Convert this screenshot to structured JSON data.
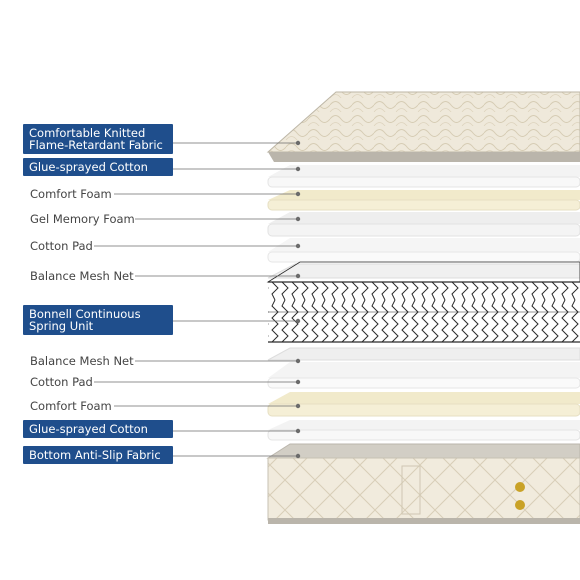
{
  "labels": {
    "top_fabric": [
      "Comfortable Knitted",
      "Flame-Retardant Fabric"
    ],
    "glue_top": "Glue-sprayed Cotton",
    "comfort_foam_top": "Comfort Foam",
    "gel_memory_foam": "Gel Memory Foam",
    "cotton_pad_top": "Cotton Pad",
    "balance_mesh_top": "Balance Mesh Net",
    "spring_unit": [
      "Bonnell Continuous",
      "Spring Unit"
    ],
    "balance_mesh_bottom": "Balance Mesh Net",
    "cotton_pad_bottom": "Cotton Pad",
    "comfort_foam_bottom": "Comfort Foam",
    "glue_bottom": "Glue-sprayed Cotton",
    "bottom_fabric": "Bottom Anti-Slip Fabric"
  },
  "colors": {
    "label_box": "#1f4e8c",
    "leader_line": "#6b6b6b",
    "fabric": "#efe9db",
    "foam": "#f3ecd2",
    "cotton": "#f6f6f6",
    "spring": "#2a2a2a",
    "handle": "#c9a227"
  }
}
